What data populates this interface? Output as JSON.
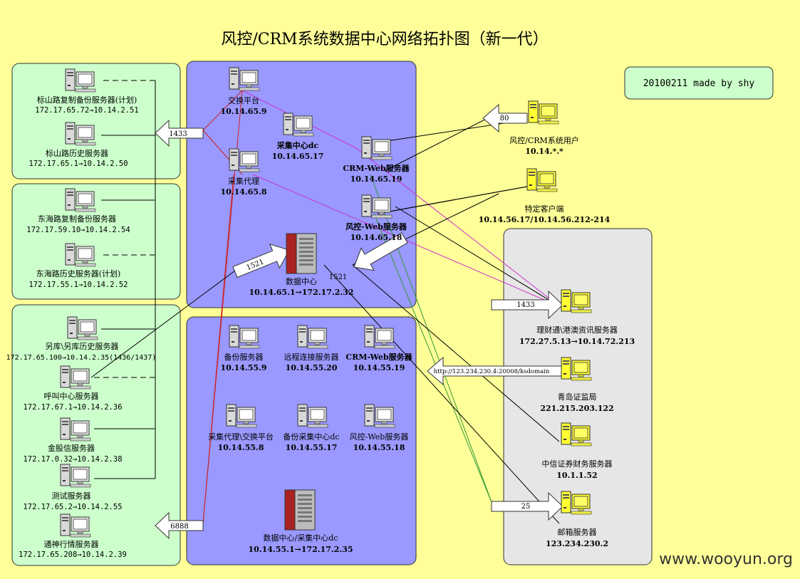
{
  "title": "风控/CRM系统数据中心网络拓扑图（新一代）",
  "credit": "20100211 made by shy",
  "watermark": "www.wooyun.org",
  "colors": {
    "background": "#ffff99",
    "green_zone": "#ccffcc",
    "blue_zone": "#9999ff",
    "gray_zone": "#e6e6e6",
    "magenta_line": "#cc33cc",
    "red_line": "#cc2222",
    "green_line": "#339933",
    "black_line": "#000000"
  },
  "zones": {
    "left": [
      {
        "name": "left-zone-1",
        "nodes": [
          {
            "name": "标山路复制备份服务器(计划)",
            "ip": "172.17.65.72→10.14.2.51"
          },
          {
            "name": "标山路历史服务器",
            "ip": "172.17.65.1→10.14.2.50"
          }
        ]
      },
      {
        "name": "left-zone-2",
        "nodes": [
          {
            "name": "东海路复制备份服务器",
            "ip": "172.17.59.10→10.14.2.54"
          },
          {
            "name": "东海路历史服务器(计划)",
            "ip": "172.17.55.1→10.14.2.52"
          }
        ]
      },
      {
        "name": "left-zone-3",
        "nodes": [
          {
            "name": "另库\\另库历史服务器",
            "ip": "172.17.65.100→10.14.2.35(1436/1437)"
          },
          {
            "name": "呼叫中心服务器",
            "ip": "172.17.67.1→10.14.2.36"
          },
          {
            "name": "金股信服务器",
            "ip": "172.17.0.32→10.14.2.38"
          },
          {
            "name": "测试服务器",
            "ip": "172.17.65.2→10.14.2.55"
          },
          {
            "name": "通神行情服务器",
            "ip": "172.17.65.208→10.14.2.39"
          }
        ]
      }
    ],
    "center_top": [
      {
        "name": "交换平台",
        "ip": "10.14.65.9"
      },
      {
        "name": "采集中心dc",
        "ip": "10.14.65.17"
      },
      {
        "name": "采集代理",
        "ip": "10.14.65.8"
      },
      {
        "name": "CRM-Web服务器",
        "ip": "10.14.65.19"
      },
      {
        "name": "风控-Web服务器",
        "ip": "10.14.65.18"
      },
      {
        "name": "数据中心",
        "ip": "10.14.65.1→172.17.2.32"
      }
    ],
    "center_bottom": [
      {
        "name": "备份服务器",
        "ip": "10.14.55.9"
      },
      {
        "name": "远程连接服务器",
        "ip": "10.14.55.20"
      },
      {
        "name": "CRM-Web服务器",
        "ip": "10.14.55.19"
      },
      {
        "name": "采集代理\\交换平台",
        "ip": "10.14.55.8"
      },
      {
        "name": "备份采集中心dc",
        "ip": "10.14.55.17"
      },
      {
        "name": "风控-Web服务器",
        "ip": "10.14.55.18"
      },
      {
        "name": "数据中心/采集中心dc",
        "ip": "10.14.55.1→172.17.2.35"
      }
    ],
    "right_outside": [
      {
        "name": "风控/CRM系统用户",
        "ip": "10.14.*.*"
      },
      {
        "name": "特定客户端",
        "ip": "10.14.56.17/10.14.56.212-214"
      }
    ],
    "right_gray": [
      {
        "name": "理财通\\港澳资讯服务器",
        "ip": "172.27.5.13→10.14.72.213"
      },
      {
        "name": "青岛证监局",
        "ip": "221.215.203.122"
      },
      {
        "name": "中信证券财务服务器",
        "ip": "10.1.1.52"
      },
      {
        "name": "邮箱服务器",
        "ip": "123.234.230.2"
      }
    ]
  },
  "arrows": {
    "a1433_left": "1433",
    "a1521_left": "1521",
    "a1521_right": "1521",
    "a80": "80",
    "a1433_right": "1433",
    "a_http": "http://123.234.230.4:20008/ksdomain",
    "a25": "25",
    "a6888": "6888"
  }
}
